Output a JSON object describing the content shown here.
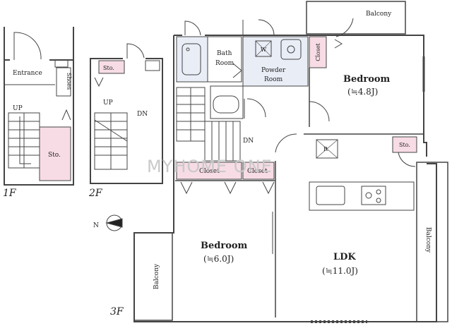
{
  "watermark": "MYHOME ONE",
  "floors": {
    "f1": "1F",
    "f2": "2F",
    "f3": "3F"
  },
  "labels": {
    "entrance": "Entrance",
    "shoes": "Shoes",
    "up_1f": "UP",
    "sto_1f": "Sto.",
    "sto_2f": "Sto.",
    "up_2f": "UP",
    "dn_2f": "DN",
    "bath_line1": "Bath",
    "bath_line2": "Room",
    "washer": "W",
    "powder_line1": "Powder",
    "powder_line2": "Room",
    "closet_top": "Closet",
    "bedroom_top": "Bedroom",
    "bedroom_top_size": "(≒4.8J)",
    "balcony_top": "Balcony",
    "dn_3f": "DN",
    "refrigerator": "R",
    "sto_3f": "Sto.",
    "closet_left": "Closet",
    "closet_mid": "Closet",
    "bedroom_main": "Bedroom",
    "bedroom_main_size": "(≒6.0J)",
    "ldk": "LDK",
    "ldk_size": "(≒11.0J)",
    "balcony_left": "Balcony",
    "balcony_right": "Balcony",
    "north": "N"
  },
  "colors": {
    "storage": "#f7dce6",
    "wet_area": "#e9edf6",
    "wall": "#444444"
  }
}
